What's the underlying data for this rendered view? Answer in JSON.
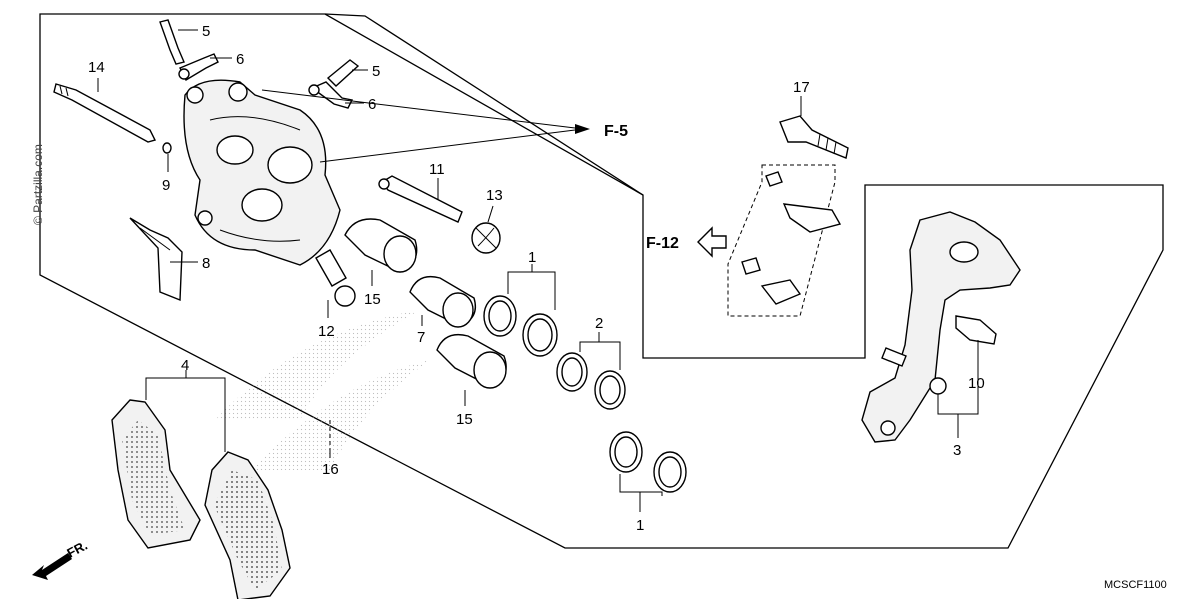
{
  "watermark": "© Partzilla.com",
  "diagram_code": "MCSCF1100",
  "direction_label": "FR.",
  "references": {
    "f5": "F-5",
    "f12": "F-12"
  },
  "callouts": [
    {
      "id": "c5a",
      "text": "5"
    },
    {
      "id": "c6a",
      "text": "6"
    },
    {
      "id": "c5b",
      "text": "5"
    },
    {
      "id": "c6b",
      "text": "6"
    },
    {
      "id": "c14",
      "text": "14"
    },
    {
      "id": "c9",
      "text": "9"
    },
    {
      "id": "c8",
      "text": "8"
    },
    {
      "id": "c11",
      "text": "11"
    },
    {
      "id": "c13",
      "text": "13"
    },
    {
      "id": "c12",
      "text": "12"
    },
    {
      "id": "c15a",
      "text": "15"
    },
    {
      "id": "c7",
      "text": "7"
    },
    {
      "id": "c15b",
      "text": "15"
    },
    {
      "id": "c1a",
      "text": "1"
    },
    {
      "id": "c2",
      "text": "2"
    },
    {
      "id": "c1b",
      "text": "1"
    },
    {
      "id": "c4",
      "text": "4"
    },
    {
      "id": "c16",
      "text": "16"
    },
    {
      "id": "c17",
      "text": "17"
    },
    {
      "id": "c10",
      "text": "10"
    },
    {
      "id": "c3",
      "text": "3"
    }
  ]
}
